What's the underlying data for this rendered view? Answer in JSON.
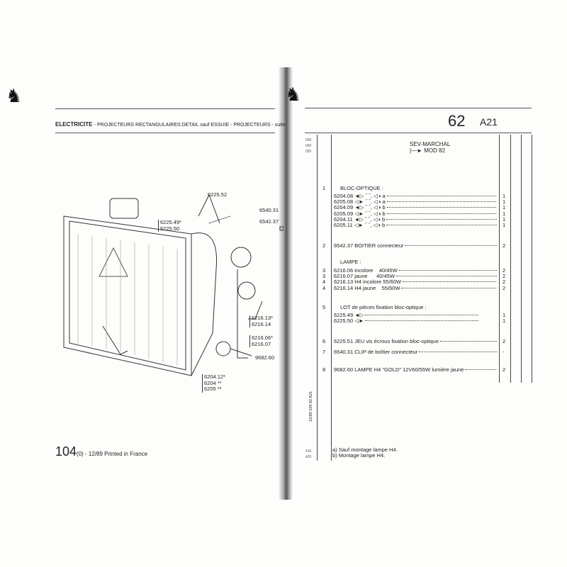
{
  "header": {
    "section": "ELECTRICITE",
    "title_rest": "- PROJECTEURS RECTANGULAIRES:DETAIL sauf ESSUIE - PROJECTEURS - suite",
    "page_number": "62",
    "model": "A21"
  },
  "logos": [
    "lion-logo-left",
    "lion-logo-right"
  ],
  "footer": {
    "page": "104",
    "page_suffix": "(0) - 12/89 Printed in France",
    "side_code": "12/89 104 82 A21"
  },
  "line_numbers_top": [
    "030",
    "040",
    "050"
  ],
  "line_numbers_bottom": [
    "410",
    "420"
  ],
  "table": {
    "supplier": "SEV-MARCHAL",
    "mod": "MOD 82",
    "mod_arrow": "|—►",
    "groups": [
      {
        "item": "1",
        "heading": "BLOC-OPTIQUE :",
        "rows": [
          {
            "ref": "6204.08",
            "sym": "◄▷ ⌒, ◁◑ a",
            "qty": "1"
          },
          {
            "ref": "6205.08",
            "sym": "◁► ⌒, ◁◑ a",
            "qty": "1"
          },
          {
            "ref": "6204.09",
            "sym": "◄▷ ⌒, ◁◑ b",
            "qty": "1"
          },
          {
            "ref": "6205.09",
            "sym": "◁► ⌒, ◁◑ b",
            "qty": "1"
          },
          {
            "ref": "6204.11",
            "sym": "◄▷ ⌒, ◁◑ b",
            "qty": "1"
          },
          {
            "ref": "6205.11",
            "sym": "◁► ⌒, ◁◑ b",
            "qty": "1"
          }
        ]
      },
      {
        "item": "2",
        "rows": [
          {
            "ref": "6542.37",
            "sym": "BOITIER connecteur",
            "qty": "2"
          }
        ]
      },
      {
        "heading": "LAMPE :",
        "rows": [
          {
            "item": "3",
            "ref": "6216.06",
            "sym": "incolore    40/45W",
            "qty": "2"
          },
          {
            "item": "3",
            "ref": "6216.07",
            "sym": "jaune      40/45W",
            "qty": "2"
          },
          {
            "item": "4",
            "ref": "6216.13",
            "sym": "H4 incolore 55/60W",
            "qty": "2"
          },
          {
            "item": "4",
            "ref": "6216.14",
            "sym": "H4 jaune    55/60W",
            "qty": "2"
          }
        ]
      },
      {
        "item": "5",
        "heading": "LOT de pièces fixation bloc-optique :",
        "rows": [
          {
            "ref": "6225.49",
            "sym": "◄▷",
            "qty": "1"
          },
          {
            "ref": "6225.50",
            "sym": "◁►",
            "qty": "1"
          }
        ]
      },
      {
        "item": "6",
        "rows": [
          {
            "ref": "6225.51",
            "sym": "JEU vis écrous fixation bloc-optique",
            "qty": "2"
          }
        ]
      },
      {
        "item": "7",
        "rows": [
          {
            "ref": "6540.31",
            "sym": "CLIP de boîtier connecteur",
            "qty": "-"
          }
        ]
      },
      {
        "item": "8",
        "rows": [
          {
            "ref": "9682.60",
            "sym": "LAMPE H4 \"GOLD\" 12V60/55W lumière jaune",
            "qty": "2"
          }
        ]
      }
    ],
    "notes": [
      "a) Sauf montage lampe H4.",
      "b) Montage lampe H4."
    ]
  },
  "diagram": {
    "labels": {
      "l1": "6225.52",
      "l2": "6225.49*",
      "l3": "6225.50",
      "l4": "6540.31",
      "l5": "6542.37",
      "l6": "6216.13*",
      "l7": "6216.14",
      "l8": "6216.06*",
      "l9": "6216.07",
      "l10": "9682.60",
      "l11": "6204.12*",
      "l12": "6204 **",
      "l13": "6205 **"
    }
  }
}
